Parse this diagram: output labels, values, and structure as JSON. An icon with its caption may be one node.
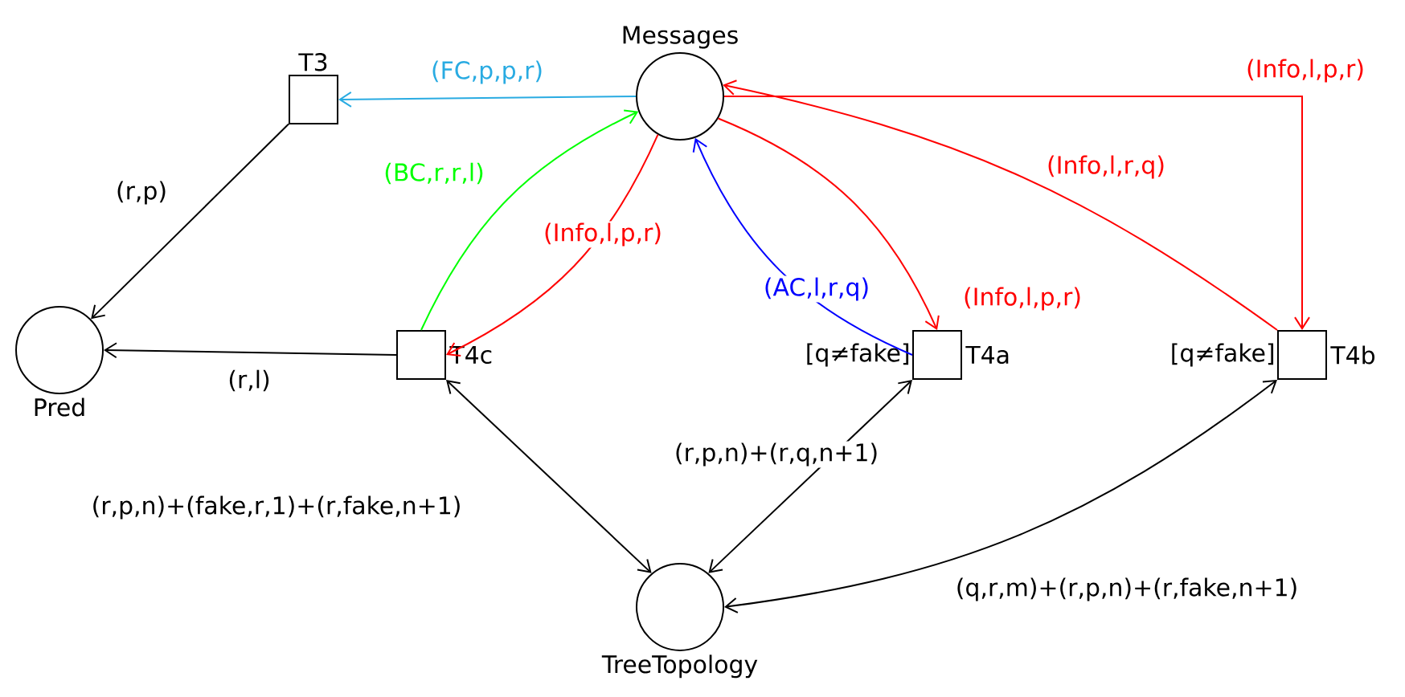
{
  "diagram": {
    "nodes": [
      {
        "text": [
          "Messages"
        ]
      },
      {
        "text": [
          "T3"
        ]
      },
      {
        "text": [
          "Pred"
        ]
      },
      {
        "text": [
          "T4c"
        ]
      },
      {
        "text": [
          "T4a"
        ],
        "beside": [
          "[q≠fake]"
        ]
      },
      {
        "text": [
          "T4b"
        ],
        "beside": [
          "[q≠fake]"
        ]
      },
      {
        "text": [
          "TreeTopology"
        ]
      }
    ],
    "edges": [
      {
        "from": 0,
        "to": 1,
        "arrow": "to",
        "label": "(FC,p,p,r)",
        "color": "#29abe2"
      },
      {
        "from": 1,
        "to": 2,
        "arrow": "to",
        "label": "(r,p)"
      },
      {
        "from": 3,
        "to": 2,
        "arrow": "to",
        "label": "(r,l)"
      },
      {
        "from": 3,
        "to": 0,
        "arrow": "to",
        "label": "(BC,r,r,l)",
        "color": "#00ff00"
      },
      {
        "from": 0,
        "to": 3,
        "arrow": "to",
        "label": "(Info,l,p,r)",
        "color": "#ff0000"
      },
      {
        "from": 4,
        "to": 0,
        "arrow": "to",
        "label": "(AC,l,r,q)",
        "color": "#0000ff"
      },
      {
        "from": 0,
        "to": 4,
        "arrow": "to",
        "label": "(Info,l,p,r)",
        "color": "#ff0000"
      },
      {
        "from": 0,
        "to": 5,
        "arrow": "to",
        "label": "(Info,l,p,r)",
        "color": "#ff0000"
      },
      {
        "from": 5,
        "to": 0,
        "arrow": "to",
        "label": "(Info,l,r,q)",
        "color": "#ff0000"
      },
      {
        "from": 3,
        "to": 6,
        "arrow": "both",
        "label": "(r,p,n)+(fake,r,1)+(r,fake,n+1)"
      },
      {
        "from": 4,
        "to": 6,
        "arrow": "both",
        "label": "(r,p,n)+(r,q,n+1)"
      },
      {
        "from": 5,
        "to": 6,
        "arrow": "both",
        "label": "(q,r,m)+(r,p,n)+(r,fake,n+1)"
      }
    ]
  }
}
